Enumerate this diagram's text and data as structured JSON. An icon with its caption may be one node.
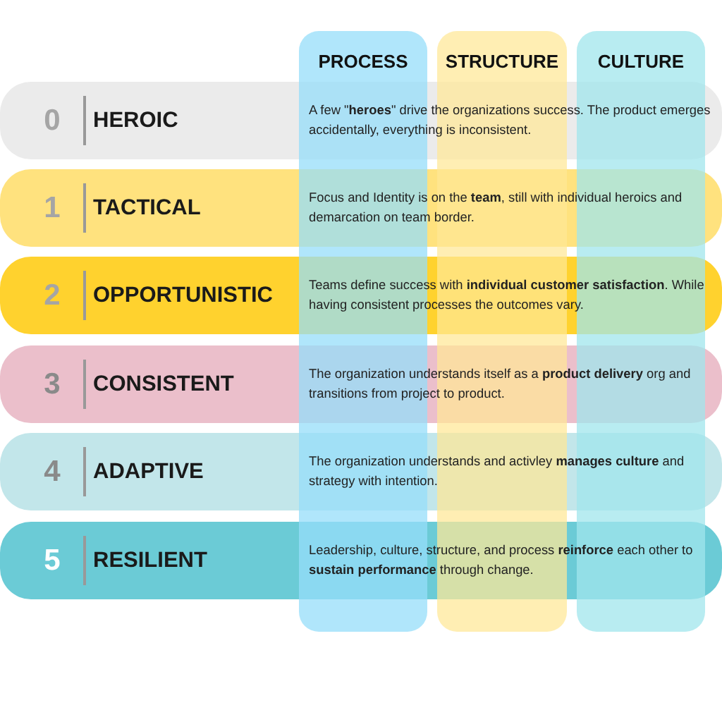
{
  "diagram": {
    "nodes": [
      {
        "text": [
          "PROCESS"
        ]
      },
      {
        "text": [
          "STRUCTURE"
        ]
      },
      {
        "text": [
          "CULTURE"
        ]
      },
      {
        "text": [
          "0",
          "HEROIC",
          "A few \"**heroes**\" drive the organizations success. The product emerges accidentally, everything is inconsistent."
        ]
      },
      {
        "text": [
          "1",
          "TACTICAL",
          "Focus and Identity is on the **team**, still with individual heroics and demarcation on team border."
        ]
      },
      {
        "text": [
          "2",
          "OPPORTUNISTIC",
          "Teams define success with **individual customer satisfaction**. While having consistent processes the outcomes vary."
        ]
      },
      {
        "text": [
          "3",
          "CONSISTENT",
          "The organization understands itself as a **product delivery** org and transitions from project to product."
        ]
      },
      {
        "text": [
          "4",
          "ADAPTIVE",
          "The organization understands and activley **manages culture** and strategy with intention."
        ]
      },
      {
        "text": [
          "5",
          "RESILIENT",
          "Leadership, culture, structure, and process **reinforce** each other to **sustain performance** through change."
        ]
      }
    ]
  }
}
